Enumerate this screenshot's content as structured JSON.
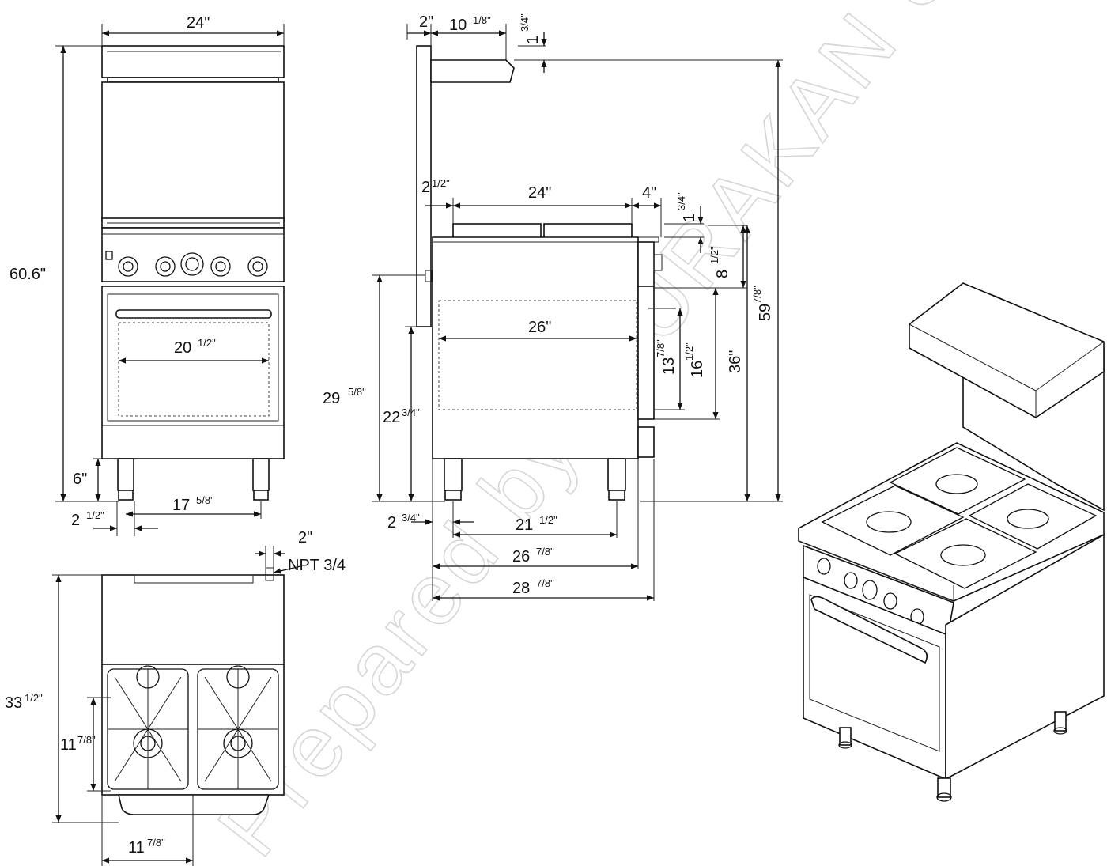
{
  "watermark": "Prepared by: HURAKAN USA",
  "front_view": {
    "width": {
      "main": "24\"",
      "frac": ""
    },
    "height": {
      "main": "60.6\"",
      "frac": ""
    },
    "oven_width": {
      "main": "20",
      "frac": "1/2\""
    },
    "leg_height": {
      "main": "6\"",
      "frac": ""
    },
    "leg_offset": {
      "main": "2",
      "frac": "1/2\""
    },
    "leg_span": {
      "main": "17",
      "frac": "5/8\""
    }
  },
  "side_view": {
    "shelf_offset": {
      "main": "2\"",
      "frac": ""
    },
    "shelf_depth": {
      "main": "10",
      "frac": "1/8\""
    },
    "shelf_top": {
      "main": "1",
      "frac": "3/4\""
    },
    "grate_offset": {
      "main": "2",
      "frac": "1/2\""
    },
    "grate_depth": {
      "main": "24\"",
      "frac": ""
    },
    "knob_depth": {
      "main": "4\"",
      "frac": ""
    },
    "grate_height": {
      "main": "1",
      "frac": "3/4\""
    },
    "panel_height": {
      "main": "8",
      "frac": "1/2\""
    },
    "total_height": {
      "main": "59",
      "frac": "7/8\""
    },
    "oven_depth": {
      "main": "26\"",
      "frac": ""
    },
    "gas_height": {
      "main": "29",
      "frac": "5/8\""
    },
    "oven_bottom": {
      "main": "22",
      "frac": "3/4\""
    },
    "door_height": {
      "main": "13",
      "frac": "7/8\""
    },
    "door_frame": {
      "main": "16",
      "frac": "1/2\""
    },
    "cook_height": {
      "main": "36\"",
      "frac": ""
    },
    "leg_front": {
      "main": "2",
      "frac": "3/4\""
    },
    "leg_span": {
      "main": "21",
      "frac": "1/2\""
    },
    "body_depth": {
      "main": "26",
      "frac": "7/8\""
    },
    "overall_depth": {
      "main": "28",
      "frac": "7/8\""
    }
  },
  "top_view": {
    "gas_offset": {
      "main": "2\"",
      "frac": ""
    },
    "gas_spec": {
      "main": "NPT 3/4",
      "frac": ""
    },
    "depth": {
      "main": "33",
      "frac": "1/2\""
    },
    "burner_depth": {
      "main": "11",
      "frac": "7/8\""
    },
    "burner_width": {
      "main": "11",
      "frac": "7/8\""
    }
  }
}
